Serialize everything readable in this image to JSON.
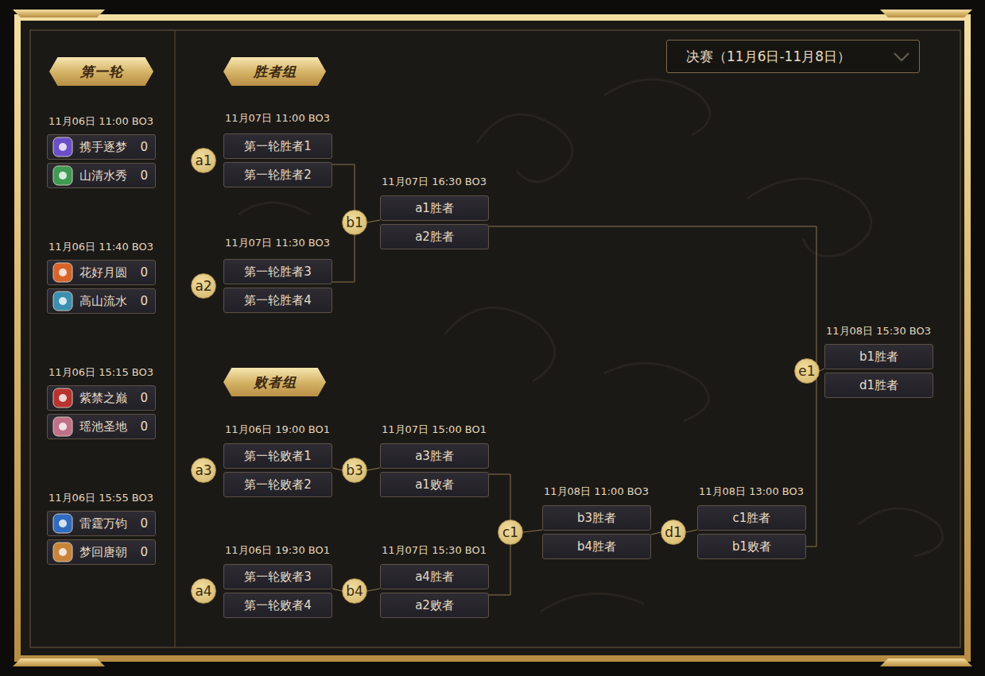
{
  "diagram": {
    "nodes": [
      {
        "text": [
          "第一轮"
        ]
      },
      {
        "text": [
          "胜者组"
        ]
      },
      {
        "text": [
          "决赛（11月6日-11月8日）"
        ]
      },
      {
        "text": [
          "携手逐梦",
          "0"
        ]
      },
      {
        "text": [
          "山清水秀",
          "0"
        ]
      },
      {
        "text": [
          "花好月圆",
          "0"
        ]
      },
      {
        "text": [
          "高山流水",
          "0"
        ]
      },
      {
        "text": [
          "紫禁之巅",
          "0"
        ]
      },
      {
        "text": [
          "瑶池圣地",
          "0"
        ]
      },
      {
        "text": [
          "雷霆万钧",
          "0"
        ]
      },
      {
        "text": [
          "梦回唐朝",
          "0"
        ]
      },
      {
        "text": [
          "第一轮胜者1"
        ]
      },
      {
        "text": [
          "第一轮胜者2"
        ]
      },
      {
        "text": [
          "第一轮胜者3"
        ]
      },
      {
        "text": [
          "第一轮胜者4"
        ]
      },
      {
        "text": [
          "a1胜者"
        ]
      },
      {
        "text": [
          "a2胜者"
        ]
      },
      {
        "text": [
          "败者组"
        ]
      },
      {
        "text": [
          "第一轮败者1"
        ]
      },
      {
        "text": [
          "第一轮败者2"
        ]
      },
      {
        "text": [
          "第一轮败者3"
        ]
      },
      {
        "text": [
          "第一轮败者4"
        ]
      },
      {
        "text": [
          "a3胜者"
        ]
      },
      {
        "text": [
          "a1败者"
        ]
      },
      {
        "text": [
          "a4胜者"
        ]
      },
      {
        "text": [
          "a2败者"
        ]
      },
      {
        "text": [
          "b3胜者"
        ]
      },
      {
        "text": [
          "b4胜者"
        ]
      },
      {
        "text": [
          "c1胜者"
        ]
      },
      {
        "text": [
          "b1败者"
        ]
      },
      {
        "text": [
          "b1胜者"
        ]
      },
      {
        "text": [
          "d1胜者"
        ]
      },
      {
        "text": [
          "a1"
        ]
      },
      {
        "text": [
          "a2"
        ]
      },
      {
        "text": [
          "b1"
        ]
      },
      {
        "text": [
          "a3"
        ]
      },
      {
        "text": [
          "b3"
        ]
      },
      {
        "text": [
          "a4"
        ]
      },
      {
        "text": [
          "b4"
        ]
      },
      {
        "text": [
          "c1"
        ]
      },
      {
        "text": [
          "d1"
        ]
      },
      {
        "text": [
          "e1"
        ]
      }
    ],
    "edges": [
      {
        "from": 12,
        "to": 34,
        "arrow": "none"
      },
      {
        "from": 13,
        "to": 34,
        "arrow": "none"
      },
      {
        "from": 34,
        "to": 15,
        "arrow": "none"
      },
      {
        "from": 16,
        "to": 29,
        "arrow": "none"
      },
      {
        "from": 18,
        "to": 36,
        "arrow": "none"
      },
      {
        "from": 36,
        "to": 22,
        "arrow": "none"
      },
      {
        "from": 20,
        "to": 38,
        "arrow": "none"
      },
      {
        "from": 38,
        "to": 24,
        "arrow": "none"
      },
      {
        "from": 23,
        "to": 39,
        "arrow": "none"
      },
      {
        "from": 25,
        "to": 39,
        "arrow": "none"
      },
      {
        "from": 39,
        "to": 26,
        "arrow": "none"
      },
      {
        "from": 27,
        "to": 40,
        "arrow": "none"
      },
      {
        "from": 40,
        "to": 28,
        "arrow": "none"
      },
      {
        "from": 41,
        "to": 30,
        "arrow": "none"
      }
    ],
    "labels": [
      "11月06日 11:00 BO3",
      "11月06日 11:40 BO3",
      "11月06日 15:15 BO3",
      "11月06日 15:55 BO3",
      "11月07日 11:00 BO3",
      "11月07日 11:30 BO3",
      "11月07日 16:30 BO3",
      "11月06日 19:00 BO1",
      "11月06日 19:30 BO1",
      "11月07日 15:00 BO1",
      "11月07日 15:30 BO1",
      "11月08日 11:00 BO3",
      "11月08日 13:00 BO3",
      "11月08日 15:30 BO3"
    ]
  }
}
